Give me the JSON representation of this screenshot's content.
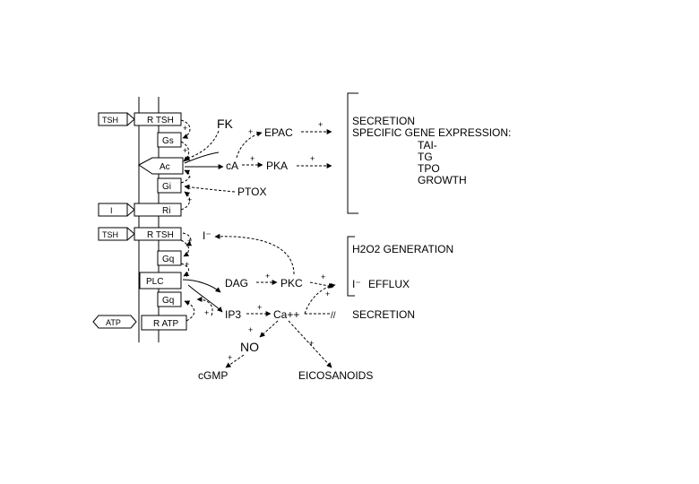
{
  "receptors": {
    "tsh_top": "TSH",
    "r_tsh_top": "R TSH",
    "gs": "Gs",
    "ac": "Ac",
    "gi": "Gi",
    "i_ligand": "I",
    "ri": "Ri",
    "tsh_bottom": "TSH",
    "r_tsh_bottom": "R TSH",
    "gq_top": "Gq",
    "plc": "PLC",
    "gq_bottom": "Gq",
    "atp": "ATP",
    "r_atp": "R ATP"
  },
  "mediators": {
    "fk": "FK",
    "epac": "EPAC",
    "camp": "cA",
    "pka": "PKA",
    "ptox": "PTOX",
    "iodide": "I⁻",
    "dag": "DAG",
    "pkc": "PKC",
    "ip3": "IP3",
    "ca": "Ca++",
    "no": "NO",
    "cgmp": "cGMP",
    "eicosanoids": "EICOSANOIDS"
  },
  "signs": {
    "plus": "+",
    "minus": "-",
    "block": "//"
  },
  "effects_top": {
    "secretion": "SECRETION",
    "gene_expression": "SPECIFIC GENE EXPRESSION:",
    "tai": "TAI-",
    "tg": "TG",
    "tpo": "TPO",
    "growth": "GROWTH"
  },
  "effects_bottom": {
    "h2o2": "H2O2 GENERATION",
    "efflux_symbol": "I⁻",
    "efflux": "EFFLUX",
    "secretion": "SECRETION"
  }
}
